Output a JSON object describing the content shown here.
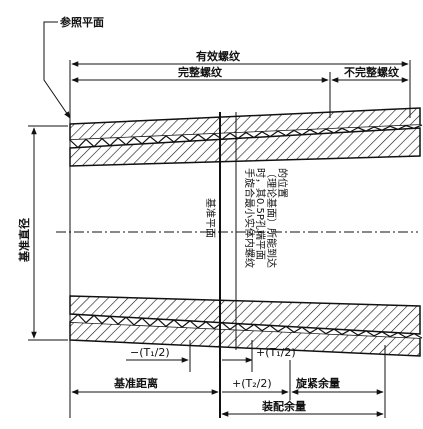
{
  "labels": {
    "reference_plane": "参照平面",
    "effective_thread": "有效螺纹",
    "complete_thread": "完整螺纹",
    "incomplete_thread": "不完整螺纹",
    "gauge_diameter": "基准直径",
    "gauge_plane": "基准平面",
    "note_line1": "手旋合最小实体内螺纹",
    "note_line2": "时，其0.5P孔端平面",
    "note_line3": "（理论基面）所能到达",
    "note_line4": "的位置",
    "minus_t1": "−(T₁/2)",
    "plus_t1": "+(T₁/2)",
    "plus_t2": "+(T₂/2)",
    "gauge_length": "基准距离",
    "wrenching_allowance": "旋紧余量",
    "assembly_allowance": "装配余量"
  }
}
